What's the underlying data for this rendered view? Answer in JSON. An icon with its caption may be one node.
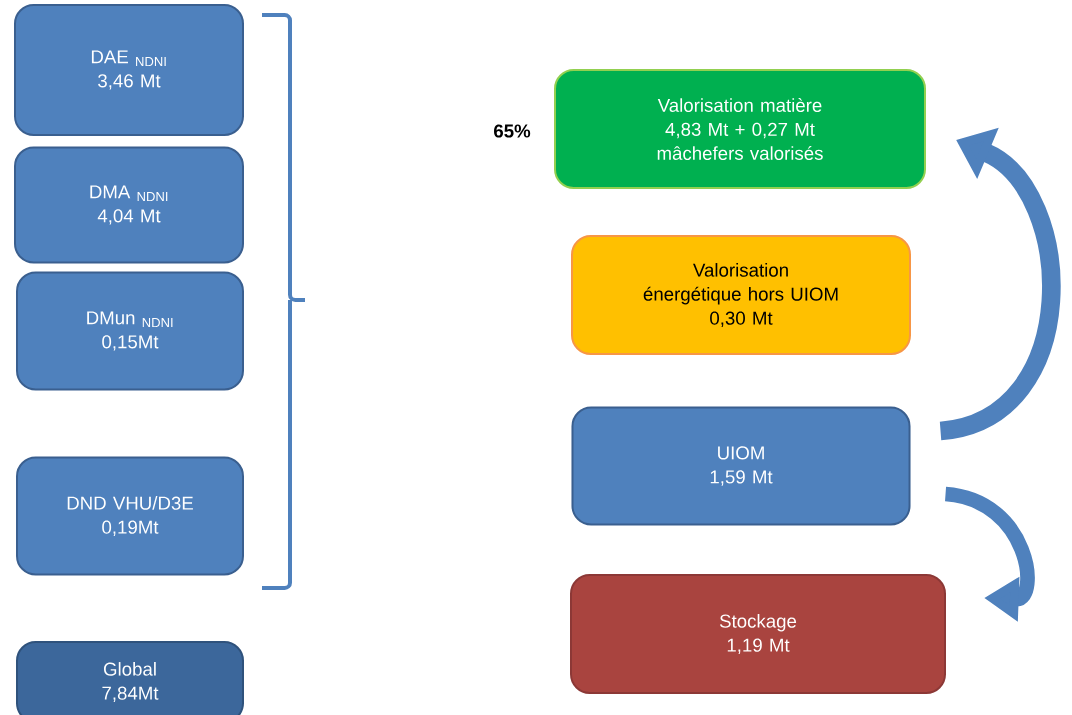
{
  "diagram": {
    "nodes": [
      {
        "text": [
          "DAE $_{NDNI}$",
          "3,46 Mt"
        ]
      },
      {
        "text": [
          "DMA $_{NDNI}$",
          "4,04 Mt"
        ]
      },
      {
        "text": [
          "DMun $_{NDNI}$",
          "0,15Mt"
        ]
      },
      {
        "text": [
          "DND VHU/D3E",
          "0,19Mt"
        ]
      },
      {
        "text": [
          "Global",
          "7,84Mt"
        ]
      },
      {
        "text": [
          "Valorisation matière",
          "4,83 Mt + 0,27 Mt mâchefers valorisés"
        ],
        "beside": [
          "65%"
        ]
      },
      {
        "text": [
          "Valorisation énergétique hors UIOM",
          "0,30 Mt"
        ]
      },
      {
        "text": [
          "UIOM",
          "1,59 Mt"
        ]
      },
      {
        "text": [
          "Stockage",
          "1,19 Mt"
        ]
      }
    ],
    "edges": [
      {
        "from": 7,
        "to": 5,
        "arrow": "to"
      },
      {
        "from": 7,
        "to": 8,
        "arrow": "to"
      }
    ]
  }
}
